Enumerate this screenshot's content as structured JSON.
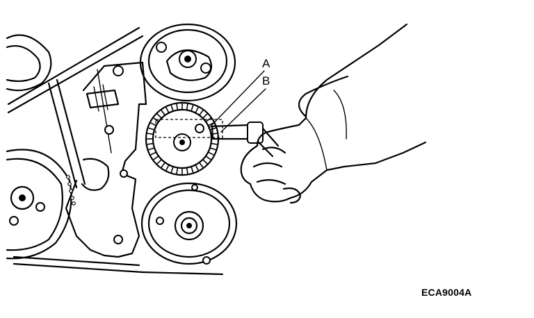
{
  "callouts": {
    "a": "A",
    "b": "B"
  },
  "figure_code": "ECA9004A",
  "colors": {
    "ink": "#000000",
    "paper": "#ffffff"
  }
}
